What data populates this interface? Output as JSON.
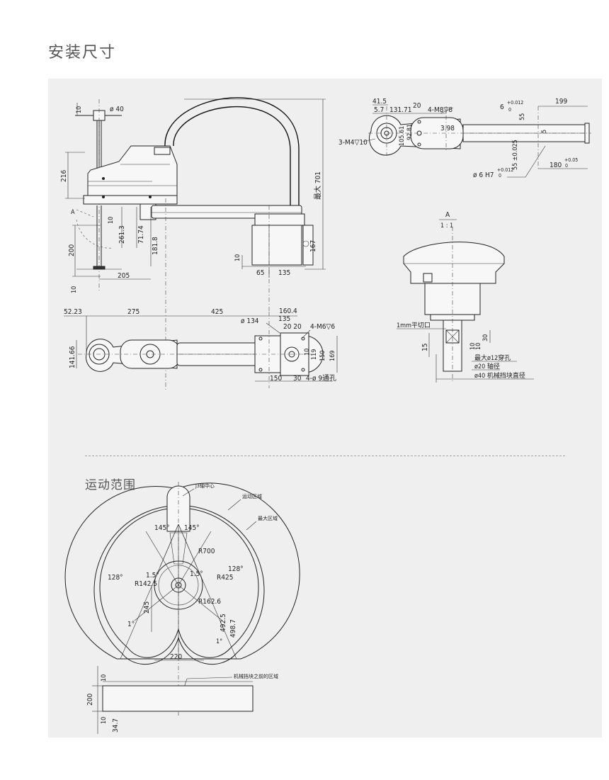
{
  "page": {
    "title": "安装尺寸",
    "motion_title": "运动范围"
  },
  "side_view": {
    "top_dim": "10",
    "shaft_dia": "ø 40",
    "height_216": "216",
    "height_701": "最大 701",
    "dim_10b": "10",
    "dim_261": "261.3",
    "dim_717": "71.74",
    "dim_1818": "181.8",
    "dim_200": "200",
    "dim_205": "205",
    "dim_10c": "10",
    "dim_10d": "10",
    "dim_65": "65",
    "dim_135": "135",
    "dim_167": "167",
    "label_a": "A"
  },
  "top_right_view": {
    "d415": "41.5",
    "d57": "5.7",
    "d13171": "131.71",
    "d20": "20",
    "m8": "4-M8▽8",
    "d6": "6",
    "d6tol": "+0.012",
    "d6tol2": "0",
    "d199": "199",
    "d55": "55",
    "d5": "5",
    "m4": "3-M4▽10",
    "d10561": "105.61",
    "d9281": "92.81",
    "d398": "3.98",
    "d55tol": "55 ±0.025",
    "d180": "180",
    "d180tol": "+0.05",
    "d180tol2": "0",
    "d6h7": "ø 6 H7",
    "d6h7tol": "+0.012",
    "d6h7tol2": "0"
  },
  "plan_view": {
    "d5223": "52.23",
    "d275": "275",
    "d425": "425",
    "d1604": "160.4",
    "d134": "ø 134",
    "d135": "135",
    "d2020": "20 20",
    "m6": "4-M6▽6",
    "d14166": "141.66",
    "d10": "10",
    "d119": "119",
    "d150": "150",
    "d169": "169",
    "d150b": "150",
    "d30": "30",
    "d9": "4-ø 9通孔"
  },
  "detail_view": {
    "label_a": "A",
    "scale": "1 : 1",
    "flat_cut": "1mm平切口",
    "d15": "15",
    "d10": "10",
    "d10b": "10",
    "d30": "30",
    "hole12": "最大ø12穿孔",
    "axis20": "ø20 轴径",
    "stop40": "ø40 机械挡块直径"
  },
  "motion": {
    "j3_center": "J3轴中心",
    "motion_area": "运动区域",
    "max_area": "最大区域",
    "a145l": "145°",
    "a145r": "145°",
    "r700": "R700",
    "a128l": "128°",
    "a128r": "128°",
    "a15l": "1.5°",
    "a15r": "1.5°",
    "r1425": "R142.5",
    "r425": "R425",
    "r1626": "R162.6",
    "d245": "245",
    "d4925": "492.5",
    "d4987": "498.7",
    "a1l": "1°",
    "a1r": "1°",
    "d220": "220",
    "stop_area": "机械挡块之前的区域",
    "d10": "10",
    "d200": "200",
    "d10b": "10",
    "d347": "34.7"
  }
}
